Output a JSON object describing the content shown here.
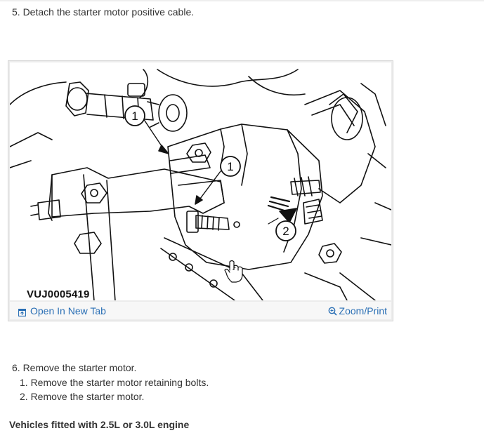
{
  "steps": {
    "step5": "5. Detach the starter motor positive cable.",
    "step6": "6. Remove the starter motor.",
    "step6_sub1": "1. Remove the starter motor retaining bolts.",
    "step6_sub2": "2. Remove the starter motor.",
    "engine_heading": "Vehicles fitted with 2.5L or 3.0L engine"
  },
  "figure": {
    "image_id": "VUJ0005419",
    "callouts": [
      "1",
      "1",
      "2"
    ],
    "open_link": "Open In New Tab",
    "zoom_link": "Zoom/Print"
  },
  "colors": {
    "link": "#2a6fb5",
    "text": "#333333",
    "frame": "#d6d6d6"
  },
  "icons": {
    "open_tab": "open-new-tab-icon",
    "zoom": "magnifier-zoom-icon"
  }
}
